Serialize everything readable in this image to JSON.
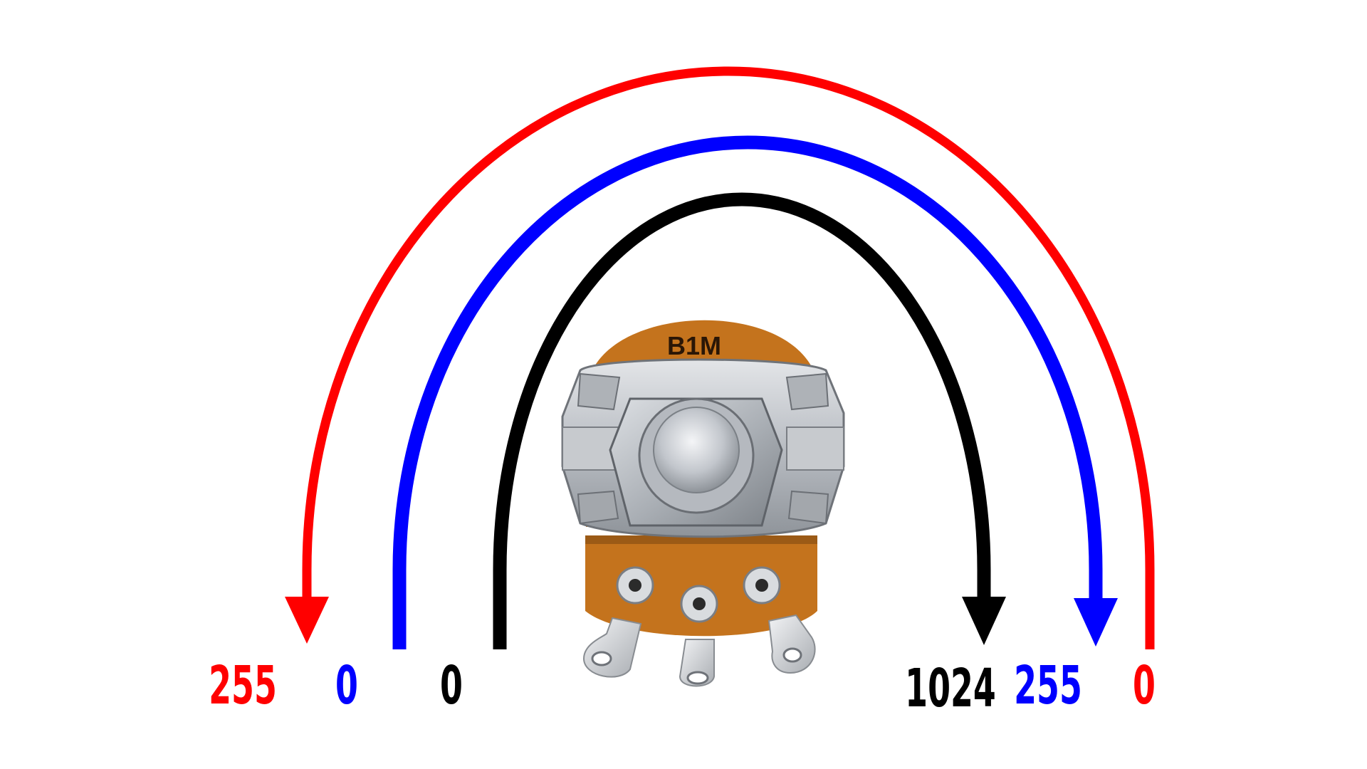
{
  "potentiometer": {
    "marking": "B1M",
    "body_color": "#c4731d",
    "metal_color": "#c9ccd0"
  },
  "arcs": [
    {
      "id": "outer",
      "color": "#ff0000",
      "arrow_side": "left",
      "left_label": "255",
      "right_label": "0"
    },
    {
      "id": "middle",
      "color": "#0000ff",
      "arrow_side": "right",
      "left_label": "0",
      "right_label": "255"
    },
    {
      "id": "inner",
      "color": "#000000",
      "arrow_side": "right",
      "left_label": "0",
      "right_label": "1024"
    }
  ]
}
